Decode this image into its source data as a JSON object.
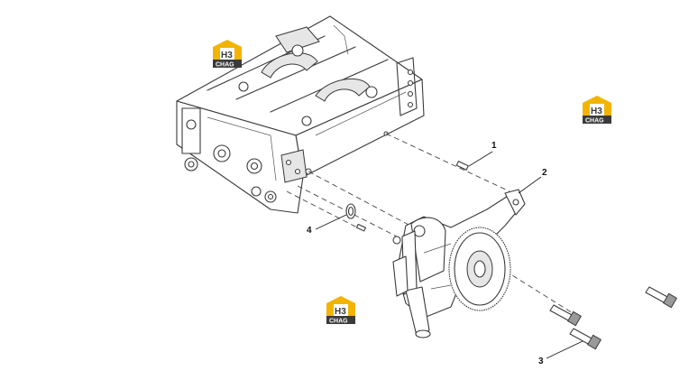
{
  "callouts": [
    {
      "id": "1",
      "label": "1"
    },
    {
      "id": "2",
      "label": "2"
    },
    {
      "id": "3",
      "label": "3"
    },
    {
      "id": "4",
      "label": "4"
    }
  ],
  "watermark": {
    "mark": "H3",
    "text": "CHAG",
    "colors": {
      "gold": "#f2b400",
      "dark": "#3a3a3a",
      "light": "#ffffff"
    }
  }
}
